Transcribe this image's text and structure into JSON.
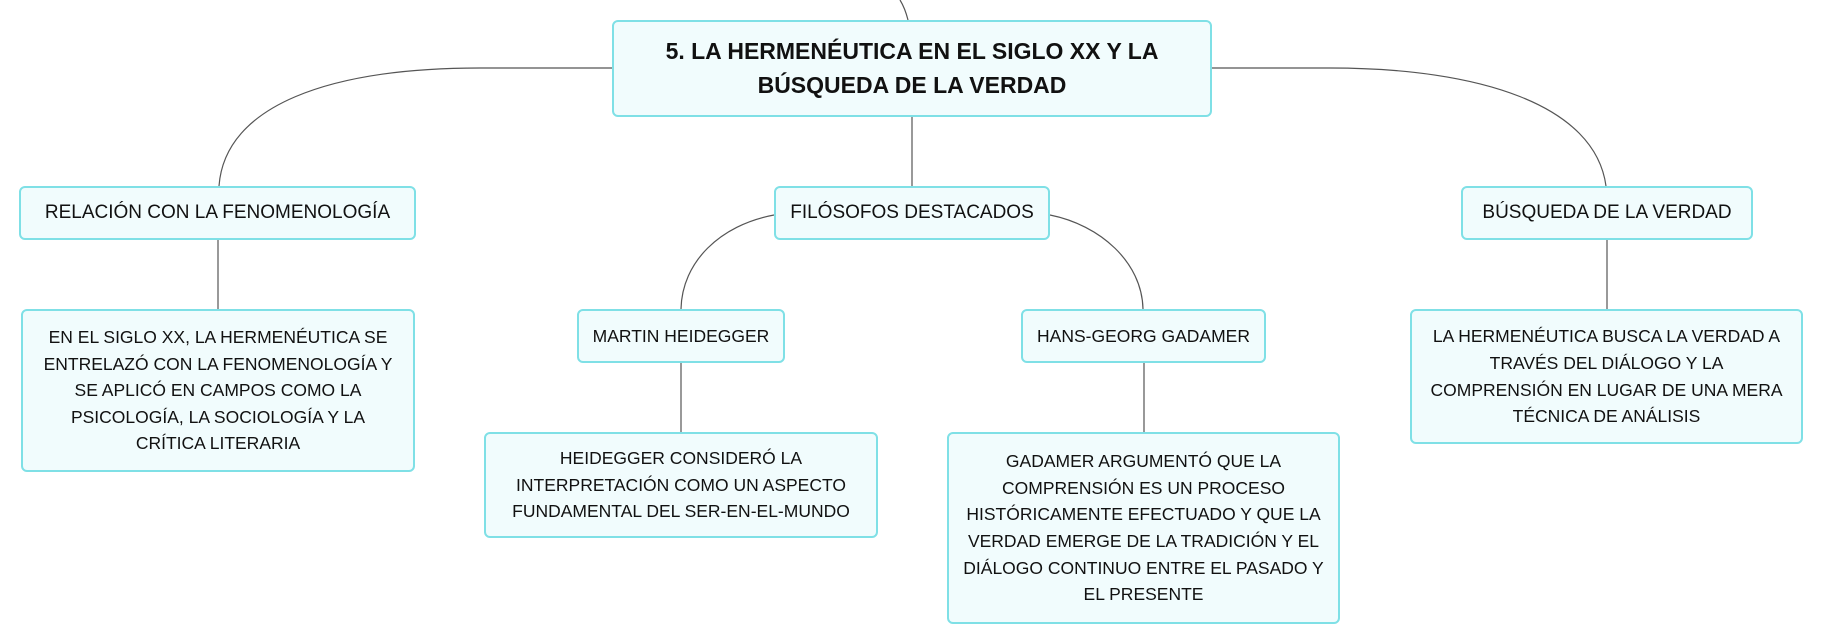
{
  "diagram": {
    "root": {
      "title": "5. LA HERMENÉUTICA EN EL SIGLO XX Y LA BÚSQUEDA DE LA VERDAD"
    },
    "branches": {
      "fenomenologia": {
        "label": "RELACIÓN CON LA FENOMENOLOGÍA",
        "description": "EN EL SIGLO XX, LA HERMENÉUTICA SE ENTRELAZÓ CON LA FENOMENOLOGÍA Y SE APLICÓ EN CAMPOS COMO LA PSICOLOGÍA, LA SOCIOLOGÍA Y LA CRÍTICA LITERARIA"
      },
      "filosofos": {
        "label": "FILÓSOFOS DESTACADOS",
        "heidegger": {
          "label": "MARTIN HEIDEGGER",
          "description": "HEIDEGGER CONSIDERÓ LA INTERPRETACIÓN COMO UN ASPECTO FUNDAMENTAL DEL SER-EN-EL-MUNDO"
        },
        "gadamer": {
          "label": "HANS-GEORG GADAMER",
          "description": "GADAMER ARGUMENTÓ QUE LA COMPRENSIÓN ES UN PROCESO HISTÓRICAMENTE EFECTUADO Y QUE LA VERDAD EMERGE DE LA TRADICIÓN Y EL DIÁLOGO CONTINUO ENTRE EL PASADO Y EL PRESENTE"
        }
      },
      "busqueda": {
        "label": "BÚSQUEDA DE LA VERDAD",
        "description": "LA HERMENÉUTICA BUSCA LA VERDAD A TRAVÉS DEL DIÁLOGO Y LA COMPRENSIÓN EN LUGAR DE UNA MERA TÉCNICA DE ANÁLISIS"
      }
    },
    "colors": {
      "node_fill": "#f1fcfd",
      "node_border": "#7fe0e6",
      "connector": "#555555",
      "text": "#111111"
    }
  }
}
